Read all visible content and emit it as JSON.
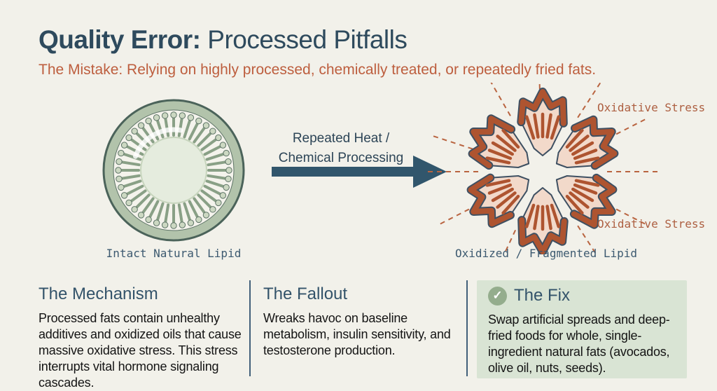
{
  "header": {
    "title_bold": "Quality Error:",
    "title_rest": " Processed Pitfalls",
    "subtitle": "The Mistake: Relying on highly processed, chemically treated, or repeatedly fried fats."
  },
  "diagram": {
    "left_label": "Intact Natural Lipid",
    "arrow_label_line1": "Repeated Heat /",
    "arrow_label_line2": "Chemical Processing",
    "right_label": "Oxidized / Fragmented Lipid",
    "stress_label_top": "Oxidative Stress",
    "stress_label_bottom": "Oxidative Stress"
  },
  "columns": [
    {
      "heading": "The Mechanism",
      "body": "Processed fats contain unhealthy additives and oxidized oils that cause massive oxidative stress. This stress interrupts vital hormone signaling cascades."
    },
    {
      "heading": "The Fallout",
      "body": "Wreaks havoc on baseline metabolism, insulin sensitivity, and testosterone production."
    },
    {
      "heading": "The Fix",
      "icon": "check-circle-icon",
      "check_glyph": "✓",
      "body": "Swap artificial spreads and deep-fried foods for whole, single-ingredient natural fats (avocados, olive oil, nuts, seeds)."
    }
  ],
  "colors": {
    "background": "#f2f1ea",
    "title": "#2e4a5d",
    "rust": "#bd5e3e",
    "arrow": "#31566c",
    "divider": "#42607a",
    "panel_green": "#d9e4d4",
    "check_green": "#94ad8d",
    "mono_slate": "#3d5a70",
    "ring_fill": "#b2c3ab",
    "ring_stroke": "#4b635a",
    "tail": "#89a086",
    "head_fill": "#ccd8c2",
    "head_stroke": "#5d7366",
    "inner_bg": "#f4f3ec",
    "center_fill": "#e5ecde",
    "center_stroke": "#c7d5bd",
    "terracotta": "#ae5430",
    "pink": "#f2d9ca",
    "dark_outline": "#3e5062",
    "dash": "#b96440"
  }
}
